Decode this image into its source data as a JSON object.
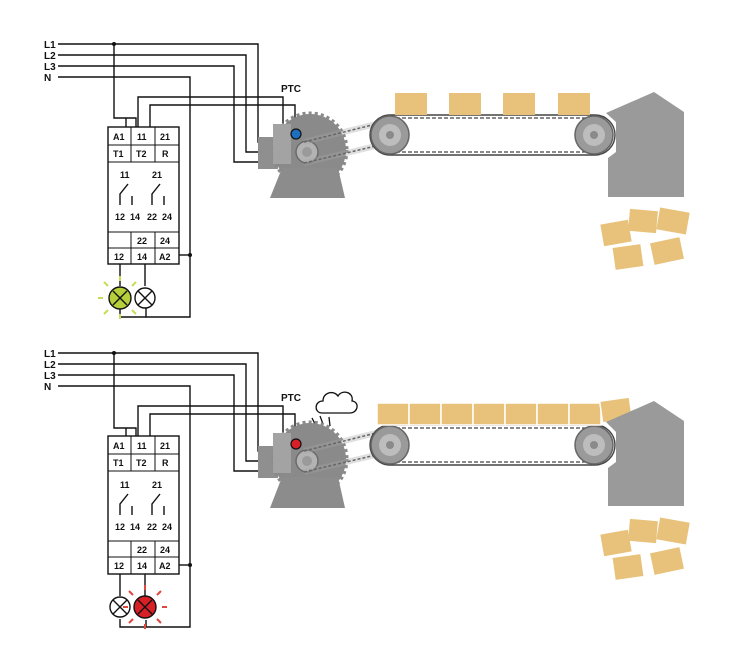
{
  "lines": {
    "l1": "L1",
    "l2": "L2",
    "l3": "L3",
    "n": "N"
  },
  "relay": {
    "a1": "A1",
    "c11": "11",
    "c21": "21",
    "t1": "T1",
    "t2": "T2",
    "r": "R",
    "sw11": "11",
    "sw21": "21",
    "c12": "12",
    "c14": "14",
    "c22": "22",
    "c24": "24",
    "b22": "22",
    "b24": "24",
    "b12": "12",
    "b14": "14",
    "a2": "A2"
  },
  "ptc_label": "PTC",
  "colors": {
    "ptc_normal": "#1f6fc0",
    "ptc_overheat": "#d81f26",
    "lamp_ok": "#b7cf3a",
    "lamp_fault": "#d81f26",
    "box": "#e8c27a",
    "motor": "#8c8c8c",
    "hopper": "#9a9a9a"
  },
  "panels": [
    {
      "state": "normal",
      "lamp_left_lit": true,
      "lamp_right_lit": false
    },
    {
      "state": "overheat",
      "lamp_left_lit": false,
      "lamp_right_lit": true
    }
  ]
}
